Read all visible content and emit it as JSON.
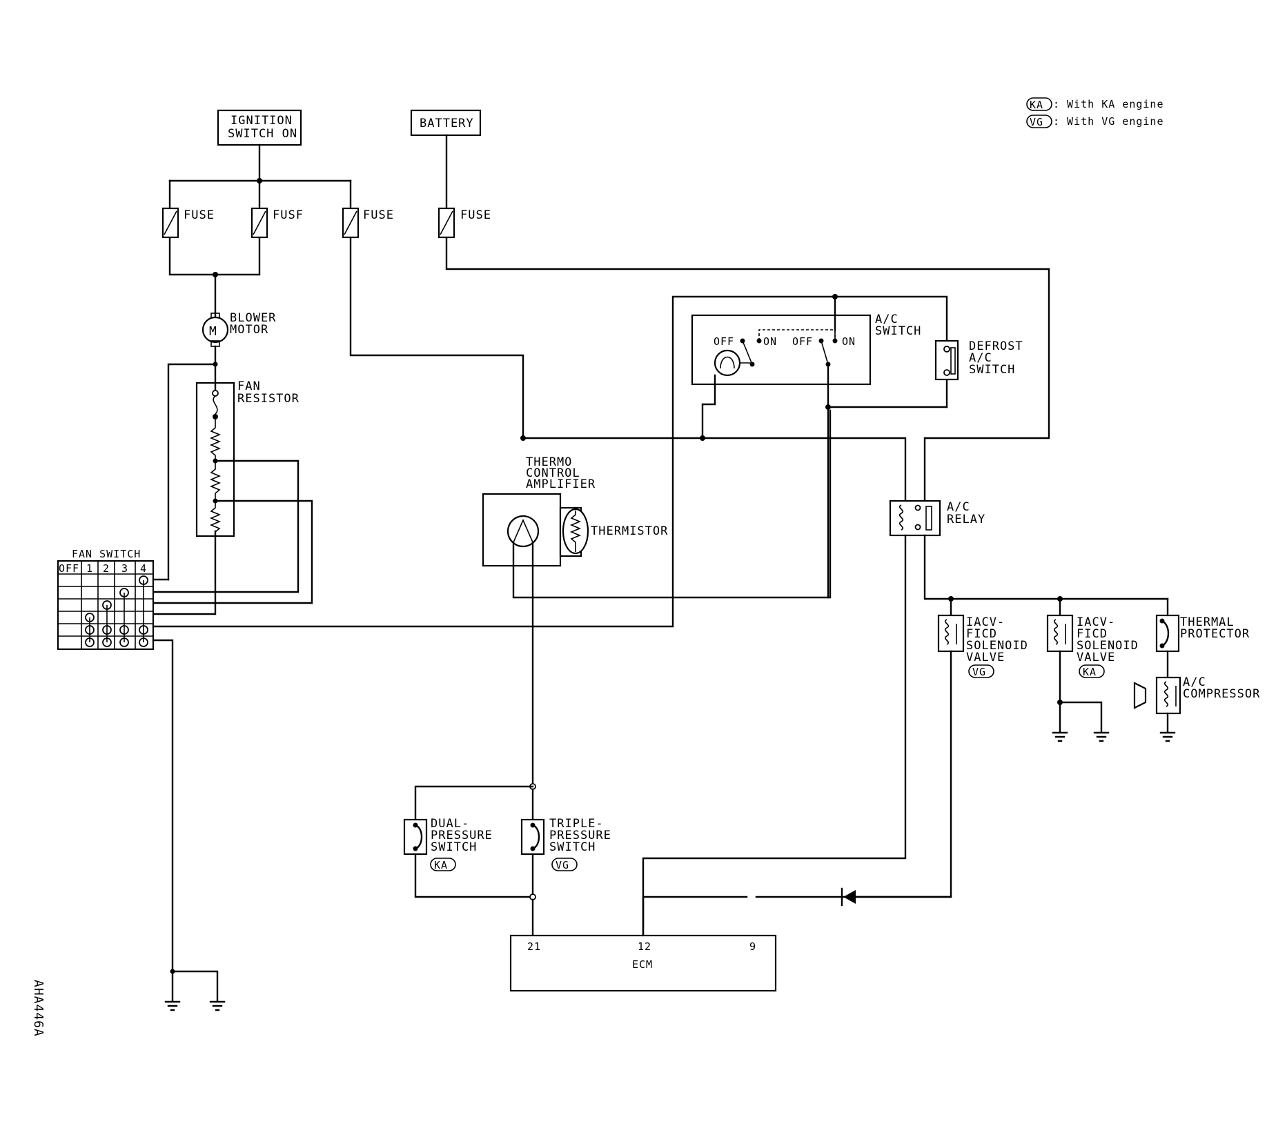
{
  "legend": {
    "ka_badge": "KA",
    "ka_text": ": With KA engine",
    "vg_badge": "VG",
    "vg_text": ": With VG engine"
  },
  "components": {
    "ignition_line1": "IGNITION",
    "ignition_line2": "SWITCH ON",
    "battery": "BATTERY",
    "fuse1": "FUSE",
    "fuse2": "FUSF",
    "fuse3": "FUSE",
    "fuse4": "FUSE",
    "blower_line1": "BLOWER",
    "blower_line2": "MOTOR",
    "motor_symbol": "M",
    "fan_resistor_line1": "FAN",
    "fan_resistor_line2": "RESISTOR",
    "fan_switch": "FAN SWITCH",
    "fan_switch_positions": [
      "OFF",
      "1",
      "2",
      "3",
      "4"
    ],
    "thermo_line1": "THERMO",
    "thermo_line2": "CONTROL",
    "thermo_line3": "AMPLIFIER",
    "thermistor": "THERMISTOR",
    "ac_switch_line1": "A/C",
    "ac_switch_line2": "SWITCH",
    "ac_off1": "OFF",
    "ac_on1": "ON",
    "ac_off2": "OFF",
    "ac_on2": "ON",
    "defrost_line1": "DEFROST",
    "defrost_line2": "A/C",
    "defrost_line3": "SWITCH",
    "ac_relay_line1": "A/C",
    "ac_relay_line2": "RELAY",
    "iacv_vg_line1": "IACV-",
    "iacv_vg_line2": "FICD",
    "iacv_vg_line3": "SOLENOID",
    "iacv_vg_line4": "VALVE",
    "iacv_vg_badge": "VG",
    "iacv_ka_line1": "IACV-",
    "iacv_ka_line2": "FICD",
    "iacv_ka_line3": "SOLENOID",
    "iacv_ka_line4": "VALVE",
    "iacv_ka_badge": "KA",
    "thermal_line1": "THERMAL",
    "thermal_line2": "PROTECTOR",
    "compressor_line1": "A/C",
    "compressor_line2": "COMPRESSOR",
    "dual_line1": "DUAL-",
    "dual_line2": "PRESSURE",
    "dual_line3": "SWITCH",
    "dual_badge": "KA",
    "triple_line1": "TRIPLE-",
    "triple_line2": "PRESSURE",
    "triple_line3": "SWITCH",
    "triple_badge": "VG",
    "ecm": "ECM",
    "ecm_pin21": "21",
    "ecm_pin12": "12",
    "ecm_pin9": "9"
  },
  "figure_code": "AHA446A"
}
